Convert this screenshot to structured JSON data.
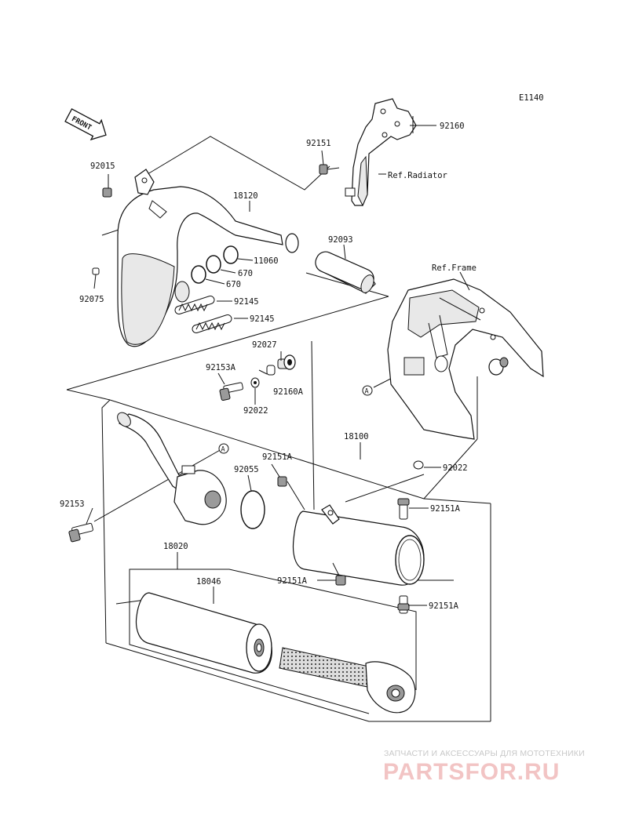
{
  "diagram_code": "E1140",
  "front_label": "FRONT",
  "reference_labels": {
    "radiator": "Ref.Radiator",
    "frame": "Ref.Frame"
  },
  "callout_marker": "A",
  "part_numbers": {
    "p92015": "92015",
    "p18120": "18120",
    "p92075": "92075",
    "p92093": "92093",
    "p11060": "11060",
    "p670a": "670",
    "p670b": "670",
    "p92145a": "92145",
    "p92145b": "92145",
    "p92151": "92151",
    "p92160": "92160",
    "p92027": "92027",
    "p92153A": "92153A",
    "p92160A": "92160A",
    "p92022a": "92022",
    "p18100": "18100",
    "p92151Aa": "92151A",
    "p92055": "92055",
    "p92022b": "92022",
    "p92153": "92153",
    "p92151Ab": "92151A",
    "p18020": "18020",
    "p18046": "18046",
    "p92151Ac": "92151A",
    "p92151Ad": "92151A"
  },
  "watermark": {
    "tagline": "ЗАПЧАСТИ И АКСЕССУАРЫ ДЛЯ МОТОТЕХНИКИ",
    "brand": "PARTSFOR.RU"
  }
}
